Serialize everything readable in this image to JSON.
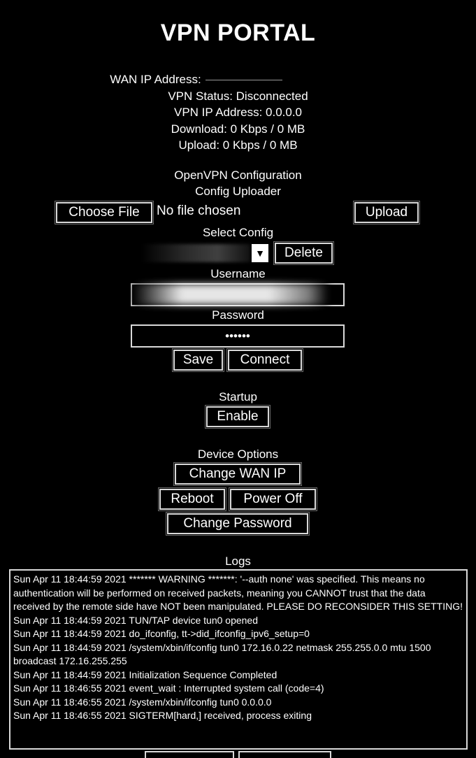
{
  "page": {
    "title": "VPN PORTAL"
  },
  "status": {
    "wan_ip_label": "WAN IP Address:",
    "vpn_status": "VPN Status: Disconnected",
    "vpn_ip": "VPN IP Address: 0.0.0.0",
    "download": "Download: 0 Kbps / 0 MB",
    "upload": "Upload: 0 Kbps / 0 MB"
  },
  "config": {
    "heading": "OpenVPN Configuration",
    "uploader_label": "Config Uploader",
    "choose_file_label": "Choose File",
    "no_file_text": "No file chosen",
    "upload_label": "Upload",
    "select_label": "Select Config",
    "select_arrow": "▼",
    "delete_label": "Delete",
    "username_label": "Username",
    "password_label": "Password",
    "password_value": "••••••",
    "save_label": "Save",
    "connect_label": "Connect"
  },
  "startup": {
    "heading": "Startup",
    "enable_label": "Enable"
  },
  "device": {
    "heading": "Device Options",
    "change_wan_label": "Change WAN IP",
    "reboot_label": "Reboot",
    "power_off_label": "Power Off",
    "change_password_label": "Change Password"
  },
  "logs": {
    "heading": "Logs",
    "entries": [
      "Sun Apr 11 18:44:59 2021 ******* WARNING *******: '--auth none' was specified. This means no authentication will be performed on received packets, meaning you CANNOT trust that the data received by the remote side have NOT been manipulated. PLEASE DO RECONSIDER THIS SETTING!",
      "Sun Apr 11 18:44:59 2021 TUN/TAP device tun0 opened",
      "Sun Apr 11 18:44:59 2021 do_ifconfig, tt->did_ifconfig_ipv6_setup=0",
      "Sun Apr 11 18:44:59 2021 /system/xbin/ifconfig tun0 172.16.0.22 netmask 255.255.0.0 mtu 1500 broadcast 172.16.255.255",
      "Sun Apr 11 18:44:59 2021 Initialization Sequence Completed",
      "Sun Apr 11 18:46:55 2021 event_wait : Interrupted system call (code=4)",
      "Sun Apr 11 18:46:55 2021 /system/xbin/ifconfig tun0 0.0.0.0",
      "Sun Apr 11 18:46:55 2021 SIGTERM[hard,] received, process exiting"
    ]
  },
  "colors": {
    "background": "#000000",
    "text": "#ffffff",
    "border": "#d9d9d9"
  }
}
